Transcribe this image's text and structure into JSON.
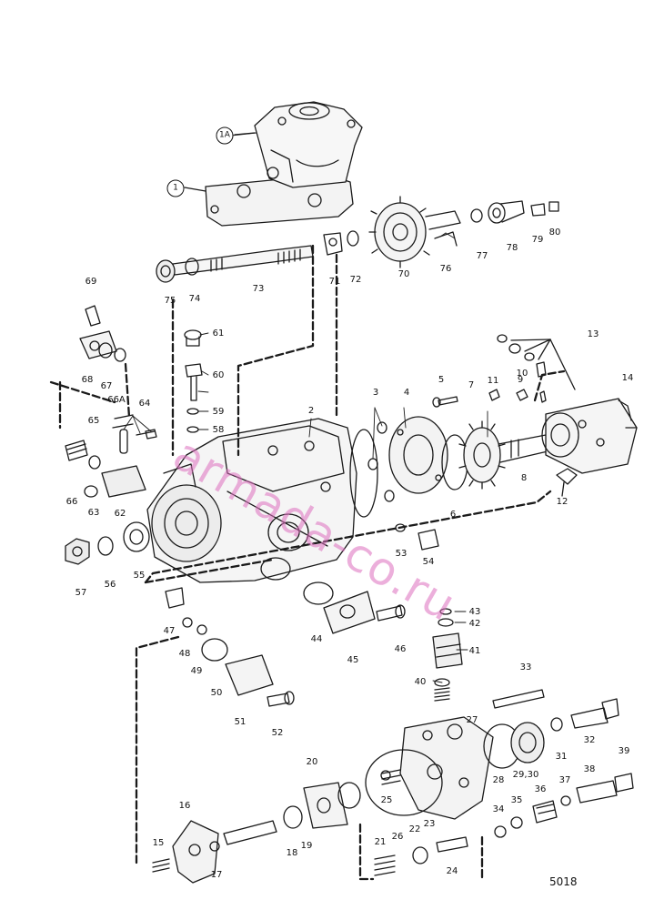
{
  "figure_number": "5018",
  "watermark": "armada-co.ru",
  "callouts": {
    "c1": "1",
    "c1A": "1A",
    "c2": "2",
    "c3": "3",
    "c4": "4",
    "c5": "5",
    "c6": "6",
    "c7": "7",
    "c8": "8",
    "c9": "9",
    "c10": "10",
    "c11": "11",
    "c12": "12",
    "c13": "13",
    "c14": "14",
    "c15": "15",
    "c16": "16",
    "c17": "17",
    "c18": "18",
    "c19": "19",
    "c20": "20",
    "c21": "21",
    "c22": "22",
    "c23": "23",
    "c24": "24",
    "c25": "25",
    "c26": "26",
    "c27": "27",
    "c28": "28",
    "c2930": "29,30",
    "c31": "31",
    "c32": "32",
    "c33": "33",
    "c34": "34",
    "c35": "35",
    "c36": "36",
    "c37": "37",
    "c38": "38",
    "c39": "39",
    "c40": "40",
    "c41": "41",
    "c42": "42",
    "c43": "43",
    "c44": "44",
    "c45": "45",
    "c46": "46",
    "c47": "47",
    "c48": "48",
    "c49": "49",
    "c50": "50",
    "c51": "51",
    "c52": "52",
    "c53": "53",
    "c54": "54",
    "c55": "55",
    "c56": "56",
    "c57": "57",
    "c58": "58",
    "c59": "59",
    "c60": "60",
    "c61": "61",
    "c62": "62",
    "c63": "63",
    "c64": "64",
    "c65": "65",
    "c66": "66",
    "c66A": "66A",
    "c67": "67",
    "c68": "68",
    "c69": "69",
    "c70": "70",
    "c71": "71",
    "c72": "72",
    "c73": "73",
    "c74": "74",
    "c75": "75",
    "c76": "76",
    "c77": "77",
    "c78": "78",
    "c79": "79",
    "c80": "80"
  }
}
